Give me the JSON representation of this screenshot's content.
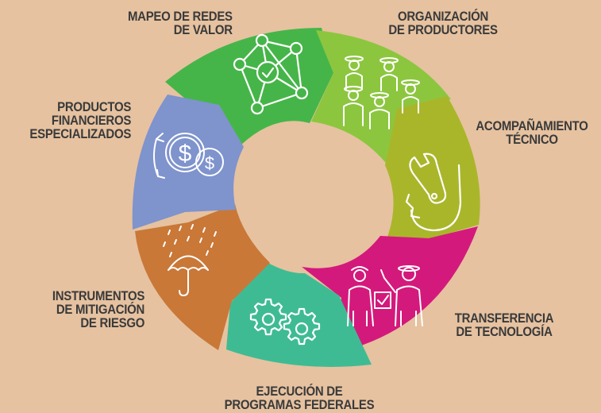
{
  "colors": {
    "background": "#e6c2a0",
    "mapeo": "#46b549",
    "organizacion": "#8cc63f",
    "acompanamiento": "#a9b62a",
    "transferencia": "#d4197c",
    "ejecucion": "#3fbb93",
    "instrumentos": "#c97838",
    "productos": "#7f93cd",
    "icon_stroke": "#ffffff",
    "label_text": "#3a3a3a"
  },
  "segments": [
    {
      "id": "mapeo",
      "icon": "network-check-icon",
      "lines": [
        "MAPEO DE REDES",
        "DE VALOR"
      ]
    },
    {
      "id": "organizacion",
      "icon": "producers-group-icon",
      "lines": [
        "ORGANIZACIÓN",
        "DE PRODUCTORES"
      ]
    },
    {
      "id": "acompanamiento",
      "icon": "wrench-gear-icon",
      "lines": [
        "ACOMPAÑAMIENTO",
        "TÉCNICO"
      ]
    },
    {
      "id": "transferencia",
      "icon": "technicians-icon",
      "lines": [
        "TRANSFERENCIA",
        "DE TECNOLOGÍA"
      ]
    },
    {
      "id": "ejecucion",
      "icon": "gears-icon",
      "lines": [
        "EJECUCIÓN DE",
        "PROGRAMAS FEDERALES"
      ]
    },
    {
      "id": "instrumentos",
      "icon": "umbrella-rain-icon",
      "lines": [
        "INSTRUMENTOS",
        "DE MITIGACIÓN",
        "DE RIESGO"
      ]
    },
    {
      "id": "productos",
      "icon": "dollar-coins-icon",
      "lines": [
        "PRODUCTOS",
        "FINANCIEROS",
        "ESPECIALIZADOS"
      ]
    }
  ]
}
